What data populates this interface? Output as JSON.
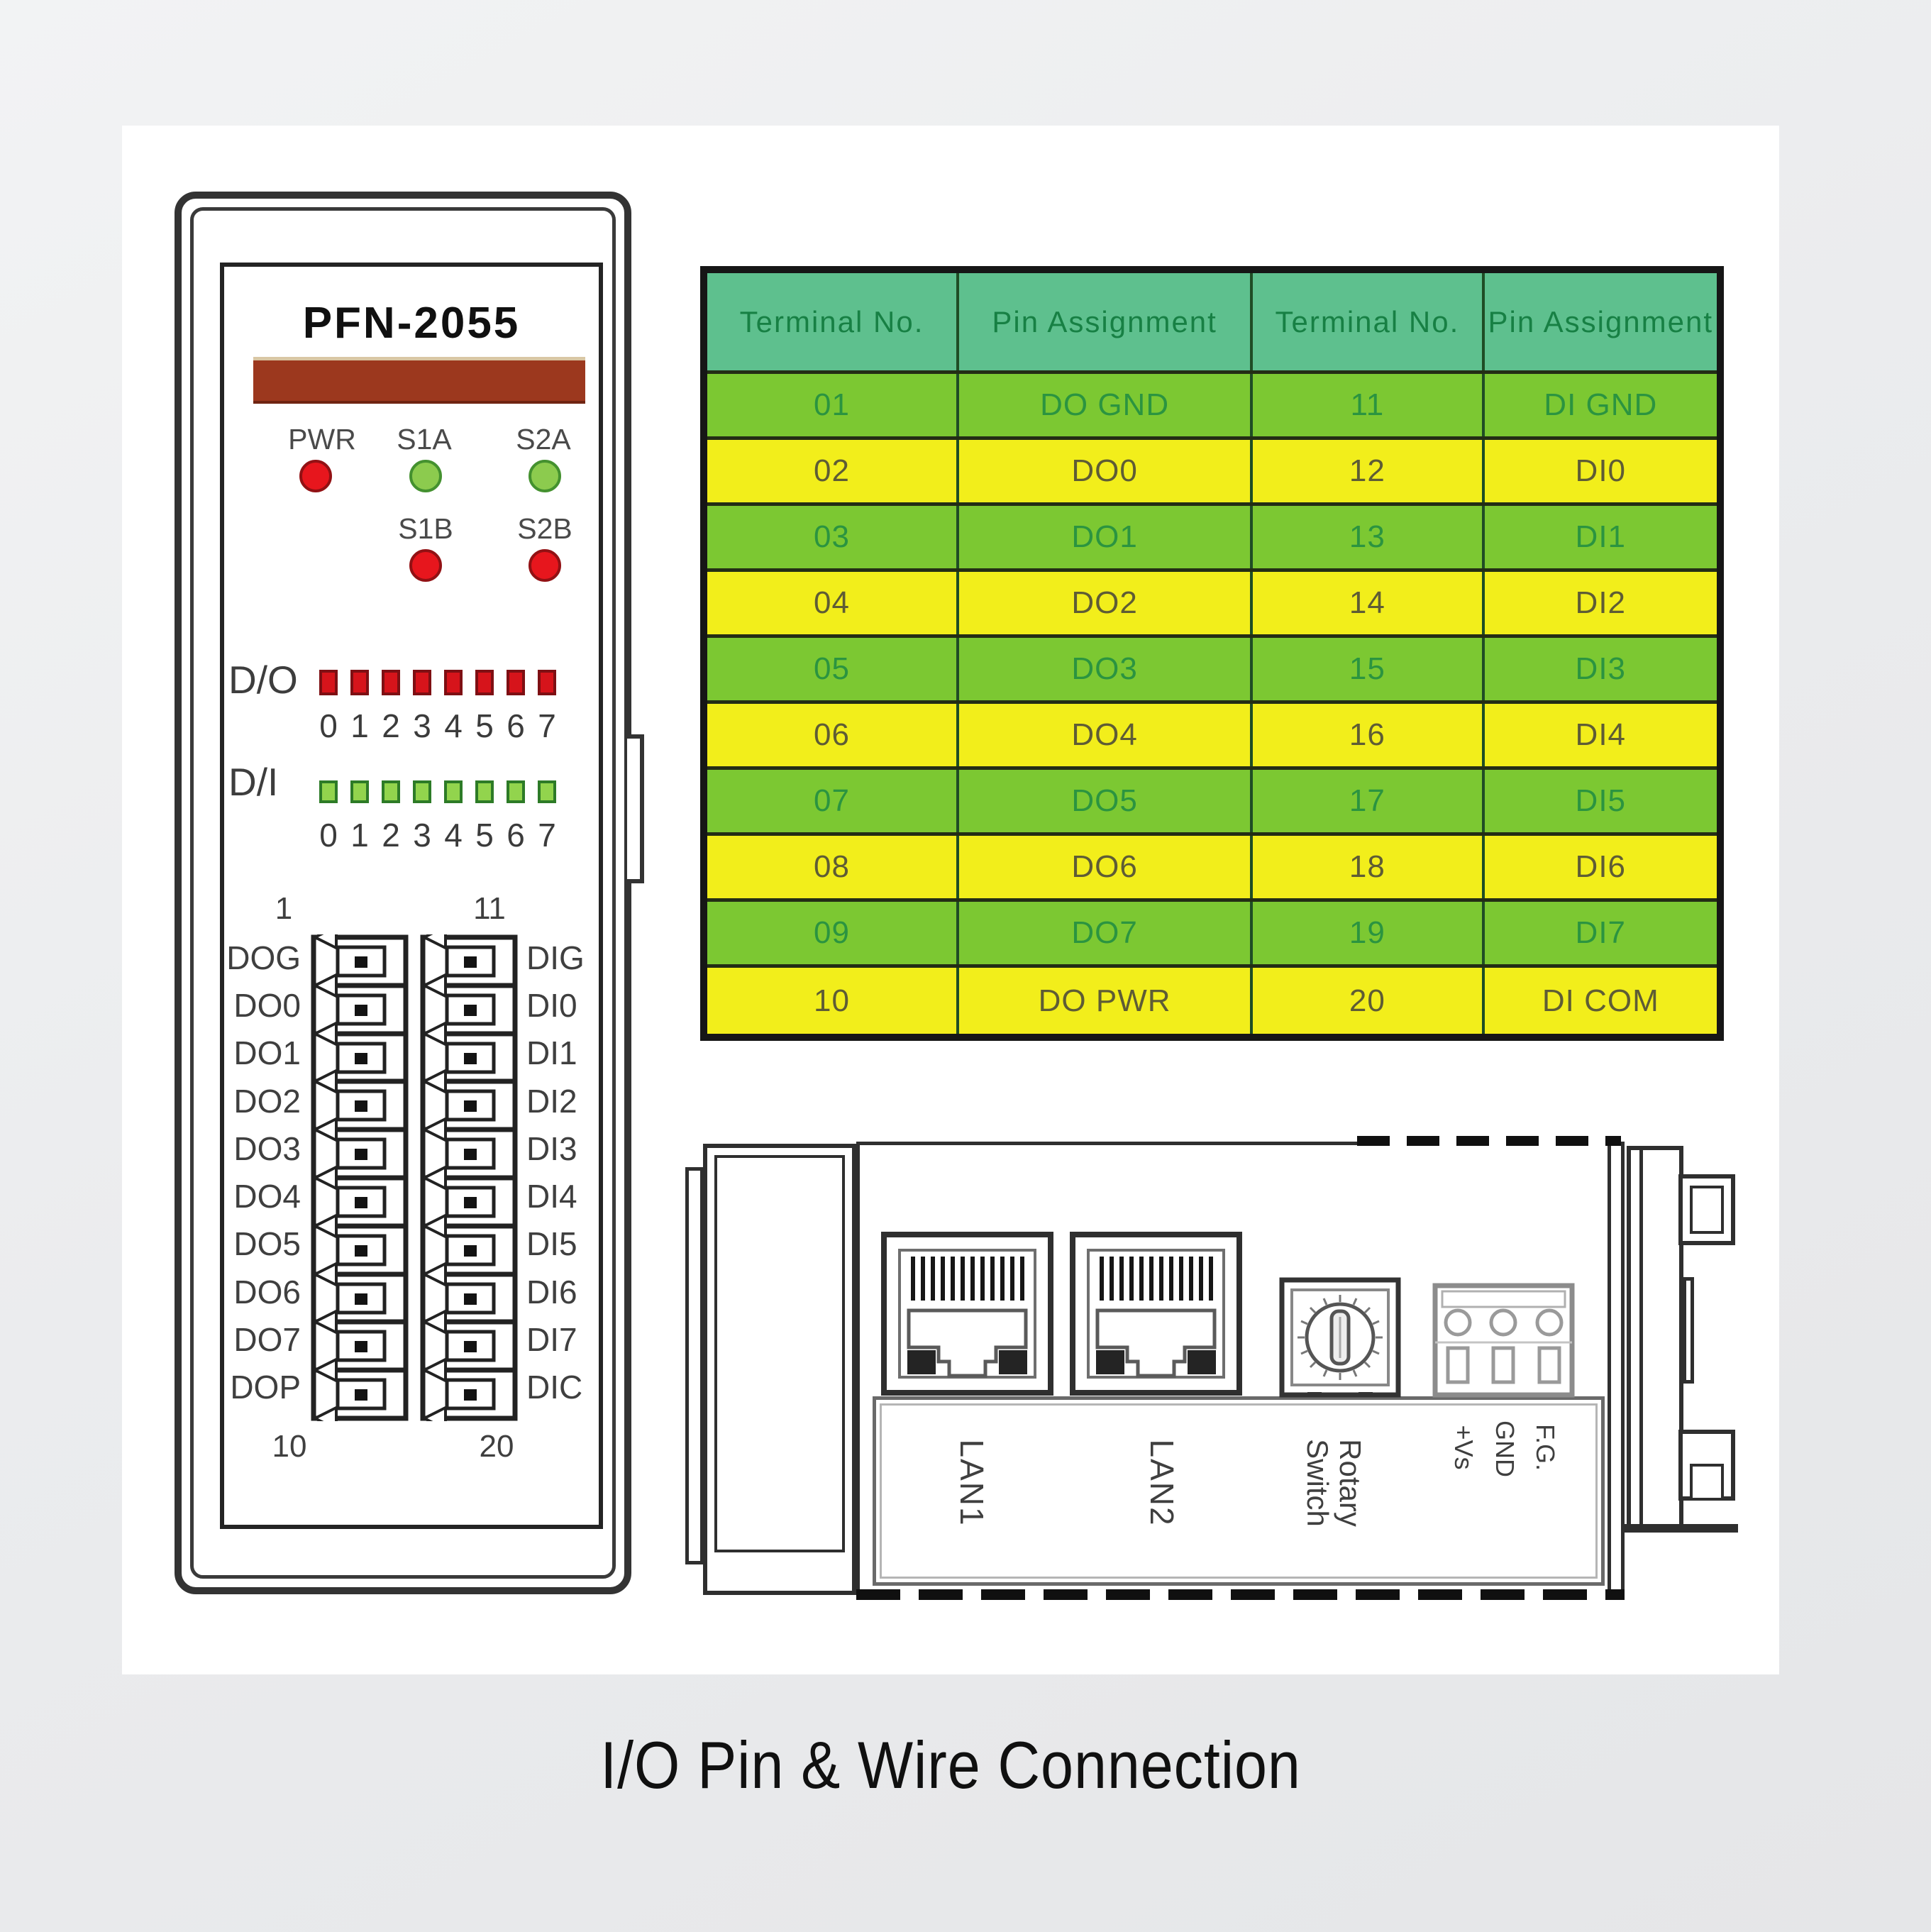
{
  "page": {
    "title": "I/O Pin & Wire Connection"
  },
  "front_module": {
    "model": "PFN-2055",
    "led_row1": [
      "PWR",
      "S1A",
      "S2A"
    ],
    "led_row2": [
      "S1B",
      "S2B"
    ],
    "do_label": "D/O",
    "di_label": "D/I",
    "do_channels": [
      "0",
      "1",
      "2",
      "3",
      "4",
      "5",
      "6",
      "7"
    ],
    "di_channels": [
      "0",
      "1",
      "2",
      "3",
      "4",
      "5",
      "6",
      "7"
    ],
    "terminal": {
      "num_top_left": "1",
      "num_top_right": "11",
      "num_bottom_left": "10",
      "num_bottom_right": "20",
      "left_pins": [
        "DOG",
        "DO0",
        "DO1",
        "DO2",
        "DO3",
        "DO4",
        "DO5",
        "DO6",
        "DO7",
        "DOP"
      ],
      "right_pins": [
        "DIG",
        "DI0",
        "DI1",
        "DI2",
        "DI3",
        "DI4",
        "DI5",
        "DI6",
        "DI7",
        "DIC"
      ]
    }
  },
  "pin_table": {
    "headers": [
      "Terminal No.",
      "Pin Assignment",
      "Terminal No.",
      "Pin Assignment"
    ],
    "rows": [
      {
        "cells": [
          "01",
          "DO GND",
          "11",
          "DI GND"
        ]
      },
      {
        "cells": [
          "02",
          "DO0",
          "12",
          "DI0"
        ]
      },
      {
        "cells": [
          "03",
          "DO1",
          "13",
          "DI1"
        ]
      },
      {
        "cells": [
          "04",
          "DO2",
          "14",
          "DI2"
        ]
      },
      {
        "cells": [
          "05",
          "DO3",
          "15",
          "DI3"
        ]
      },
      {
        "cells": [
          "06",
          "DO4",
          "16",
          "DI4"
        ]
      },
      {
        "cells": [
          "07",
          "DO5",
          "17",
          "DI5"
        ]
      },
      {
        "cells": [
          "08",
          "DO6",
          "18",
          "DI6"
        ]
      },
      {
        "cells": [
          "09",
          "DO7",
          "19",
          "DI7"
        ]
      },
      {
        "cells": [
          "10",
          "DO PWR",
          "20",
          "DI COM"
        ]
      }
    ]
  },
  "bottom_view": {
    "lan1": "LAN1",
    "lan2": "LAN2",
    "rotary_line1": "Rotary",
    "rotary_line2": "Switch",
    "power_pins": [
      "+Vs",
      "GND",
      "F.G."
    ]
  },
  "colors": {
    "header_bg": "#5ec08e",
    "header_text": "#178044",
    "green_row_bg": "#7cc832",
    "green_row_text": "#2b9440",
    "yellow_row_bg": "#f2ee1b",
    "yellow_row_text": "#5e5c35",
    "brown_bar": "#9c381e",
    "led_red": "#e7161d",
    "led_green": "#8ccb4e",
    "do_square": "#d6141b",
    "di_square": "#92d44d"
  }
}
